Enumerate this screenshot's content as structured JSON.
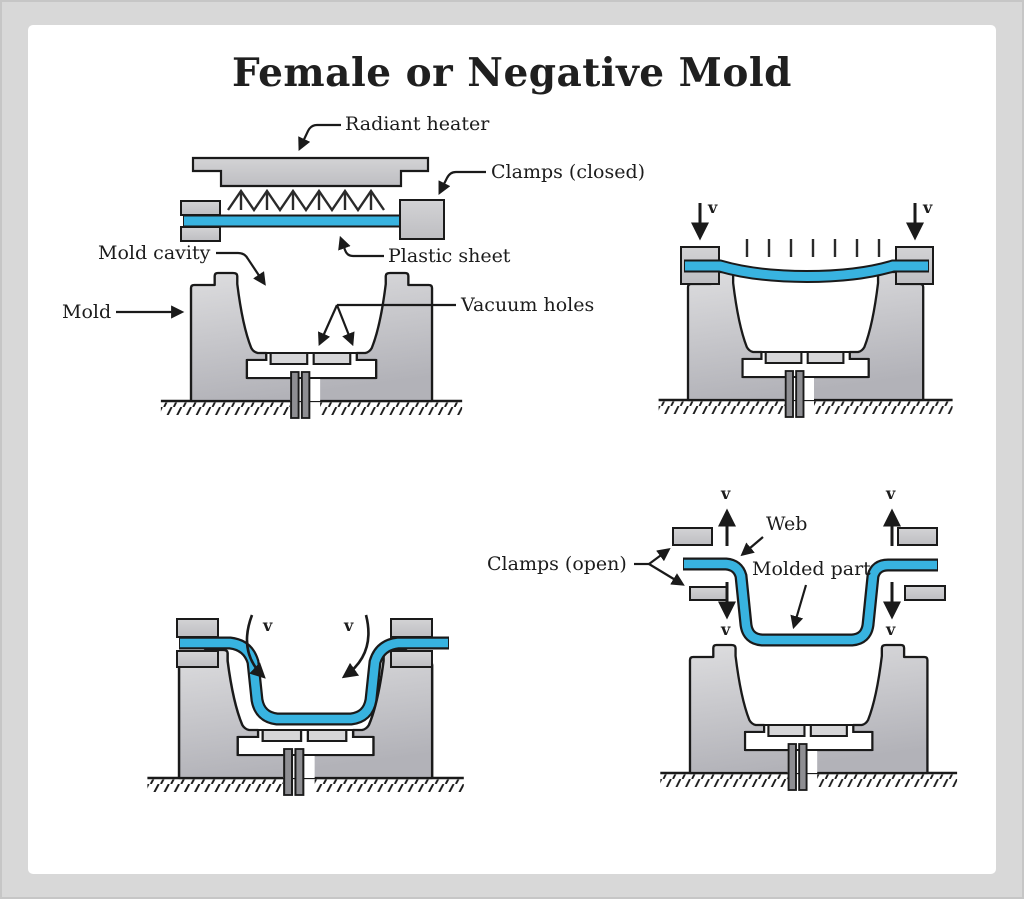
{
  "title": "Female or Negative Mold",
  "colors": {
    "sheet_blue": "#38b3e0",
    "mold_gray_light": "#d9d9db",
    "mold_gray_dark": "#b4b4b9",
    "clamp_gray": "#c9c9cc",
    "pipe_gray": "#8e8e92",
    "outline": "#1a1a1a",
    "frame_background": "#d8d8d8"
  },
  "steps": {
    "step1": {
      "labels": {
        "radiant_heater": "Radiant heater",
        "clamps_closed": "Clamps (closed)",
        "plastic_sheet": "Plastic sheet",
        "mold_cavity": "Mold cavity",
        "mold": "Mold",
        "vacuum_holes": "Vacuum holes"
      }
    },
    "step2": {
      "labels": {
        "v_left": "v",
        "v_right": "v"
      }
    },
    "step3": {
      "labels": {
        "v_left": "v",
        "v_right": "v"
      }
    },
    "step4": {
      "labels": {
        "clamps_open": "Clamps (open)",
        "web": "Web",
        "molded_part": "Molded part",
        "v_top_left": "v",
        "v_top_right": "v",
        "v_bottom_left": "v",
        "v_bottom_right": "v"
      }
    }
  }
}
